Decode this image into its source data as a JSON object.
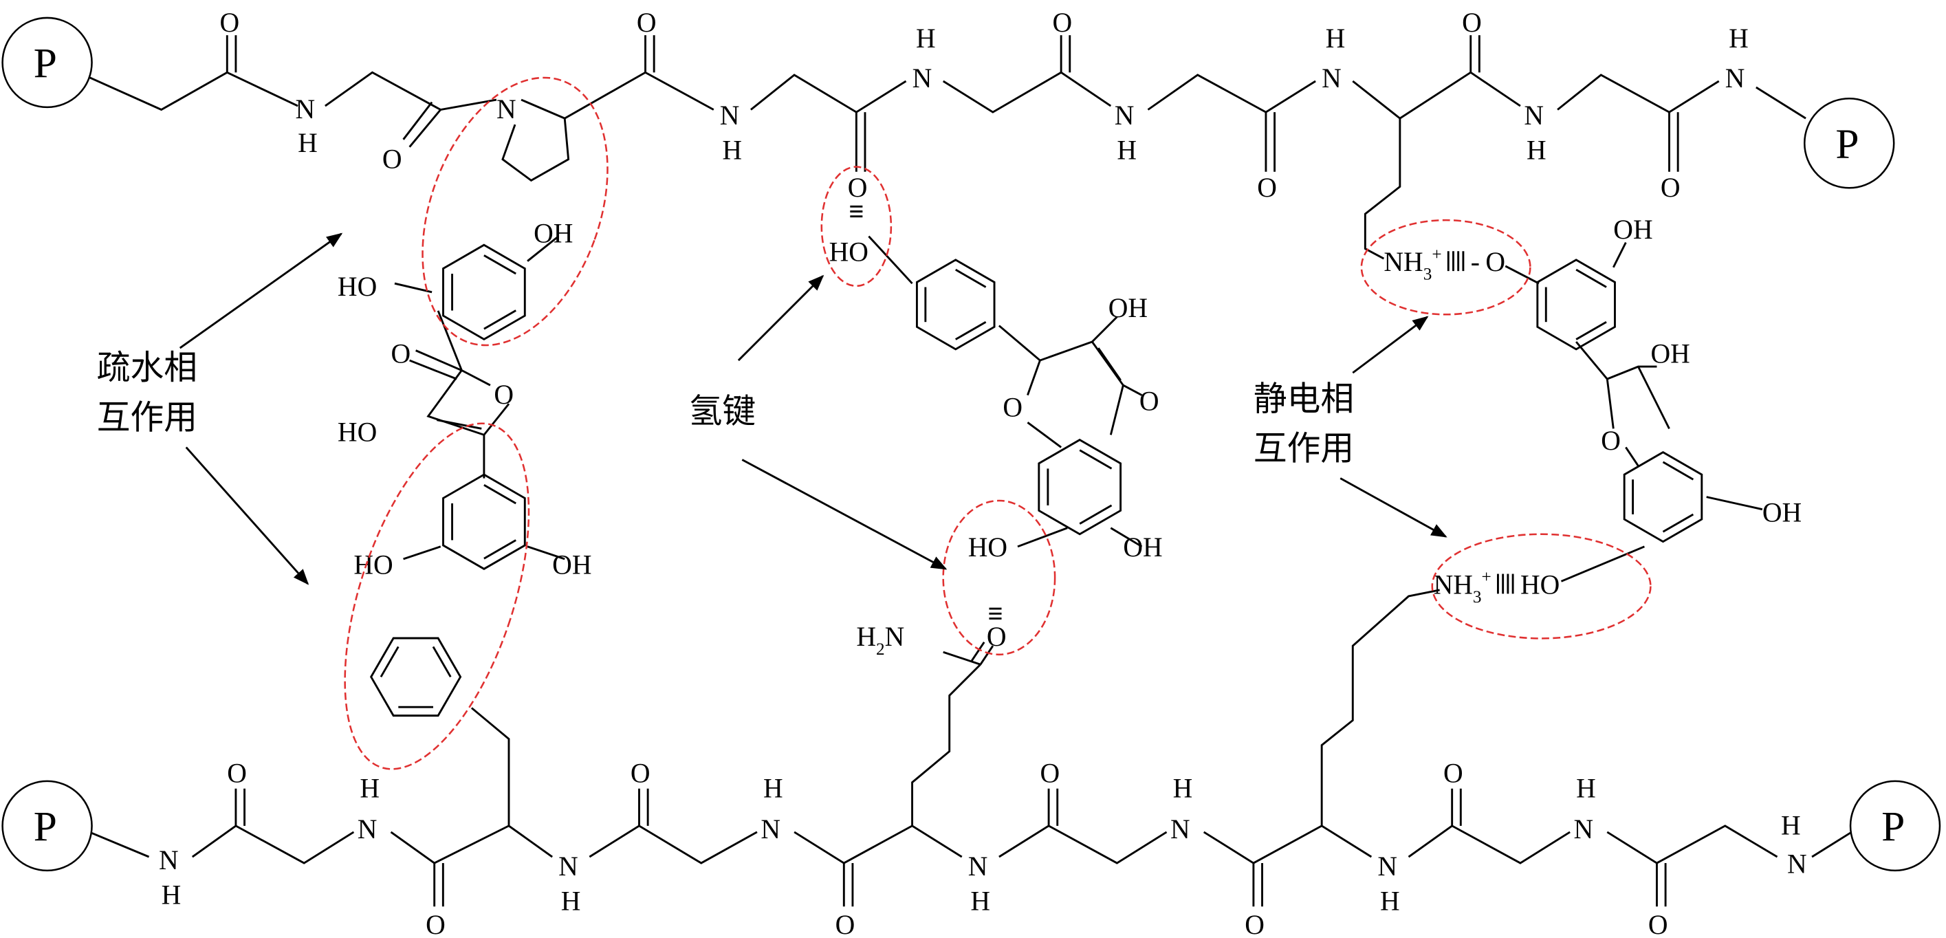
{
  "atoms": {
    "P": "P",
    "O": "O",
    "N": "N",
    "H": "H",
    "OH": "OH",
    "HO": "HO",
    "NH": "NH",
    "sub3": "3",
    "sub2": "2",
    "plus": "+",
    "minus": "-"
  },
  "labels": {
    "hydrophobic": [
      "疏水相",
      "互作用"
    ],
    "hbond": "氢键",
    "electrostatic": [
      "静电相",
      "互作用"
    ]
  },
  "colors": {
    "highlight": "#e03030",
    "ink": "#000000"
  }
}
